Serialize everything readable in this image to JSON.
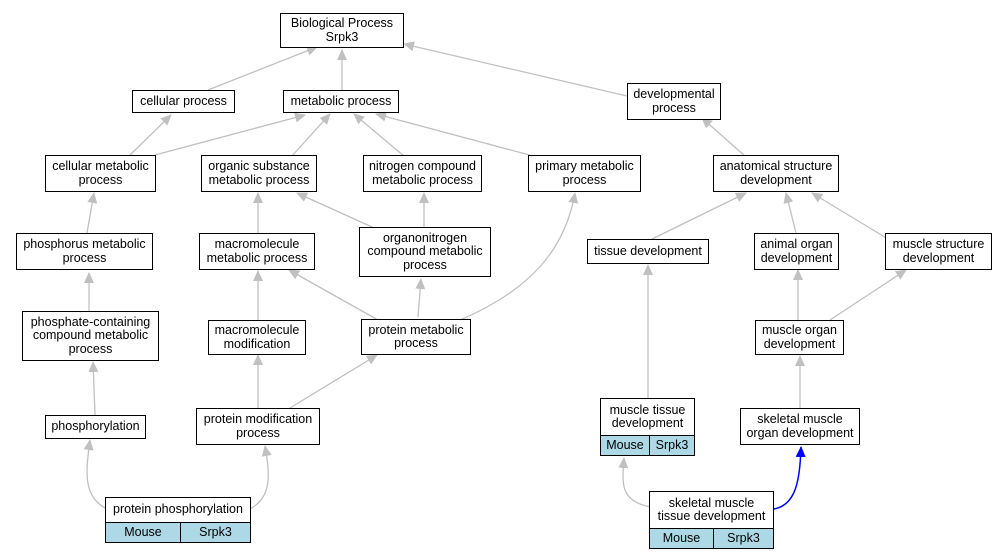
{
  "colors": {
    "edge": "#c0c0c0",
    "highlight_edge": "#0000ff",
    "tag_fill": "#add8e6"
  },
  "nodes": {
    "bp": {
      "line1": "Biological Process",
      "line2": "Srpk3"
    },
    "cellular_process": "cellular process",
    "metabolic_process": "metabolic process",
    "developmental_process": "developmental\nprocess",
    "cellular_metabolic": "cellular metabolic\nprocess",
    "organic_substance": "organic substance\nmetabolic process",
    "nitrogen_compound": "nitrogen compound\nmetabolic process",
    "primary_metabolic": "primary metabolic\nprocess",
    "anatomical_structure": "anatomical structure\ndevelopment",
    "phosphorus_metabolic": "phosphorus metabolic\nprocess",
    "macromolecule_metabolic": "macromolecule\nmetabolic process",
    "organonitrogen": "organonitrogen\ncompound metabolic\nprocess",
    "tissue_development": "tissue development",
    "animal_organ": "animal organ\ndevelopment",
    "muscle_structure": "muscle structure\ndevelopment",
    "phosphate_containing": "phosphate-containing\ncompound metabolic\nprocess",
    "macromolecule_modification": "macromolecule\nmodification",
    "protein_metabolic": "protein metabolic\nprocess",
    "muscle_organ": "muscle organ\ndevelopment",
    "phosphorylation": "phosphorylation",
    "protein_modification": "protein modification\nprocess",
    "skeletal_muscle_organ": "skeletal muscle\norgan development"
  },
  "tagged_nodes": {
    "muscle_tissue": {
      "label": "muscle tissue\ndevelopment",
      "organism": "Mouse",
      "gene": "Srpk3"
    },
    "protein_phosphorylation": {
      "label": "protein phosphorylation",
      "organism": "Mouse",
      "gene": "Srpk3"
    },
    "skeletal_muscle_tissue": {
      "label": "skeletal muscle\ntissue development",
      "organism": "Mouse",
      "gene": "Srpk3"
    }
  }
}
